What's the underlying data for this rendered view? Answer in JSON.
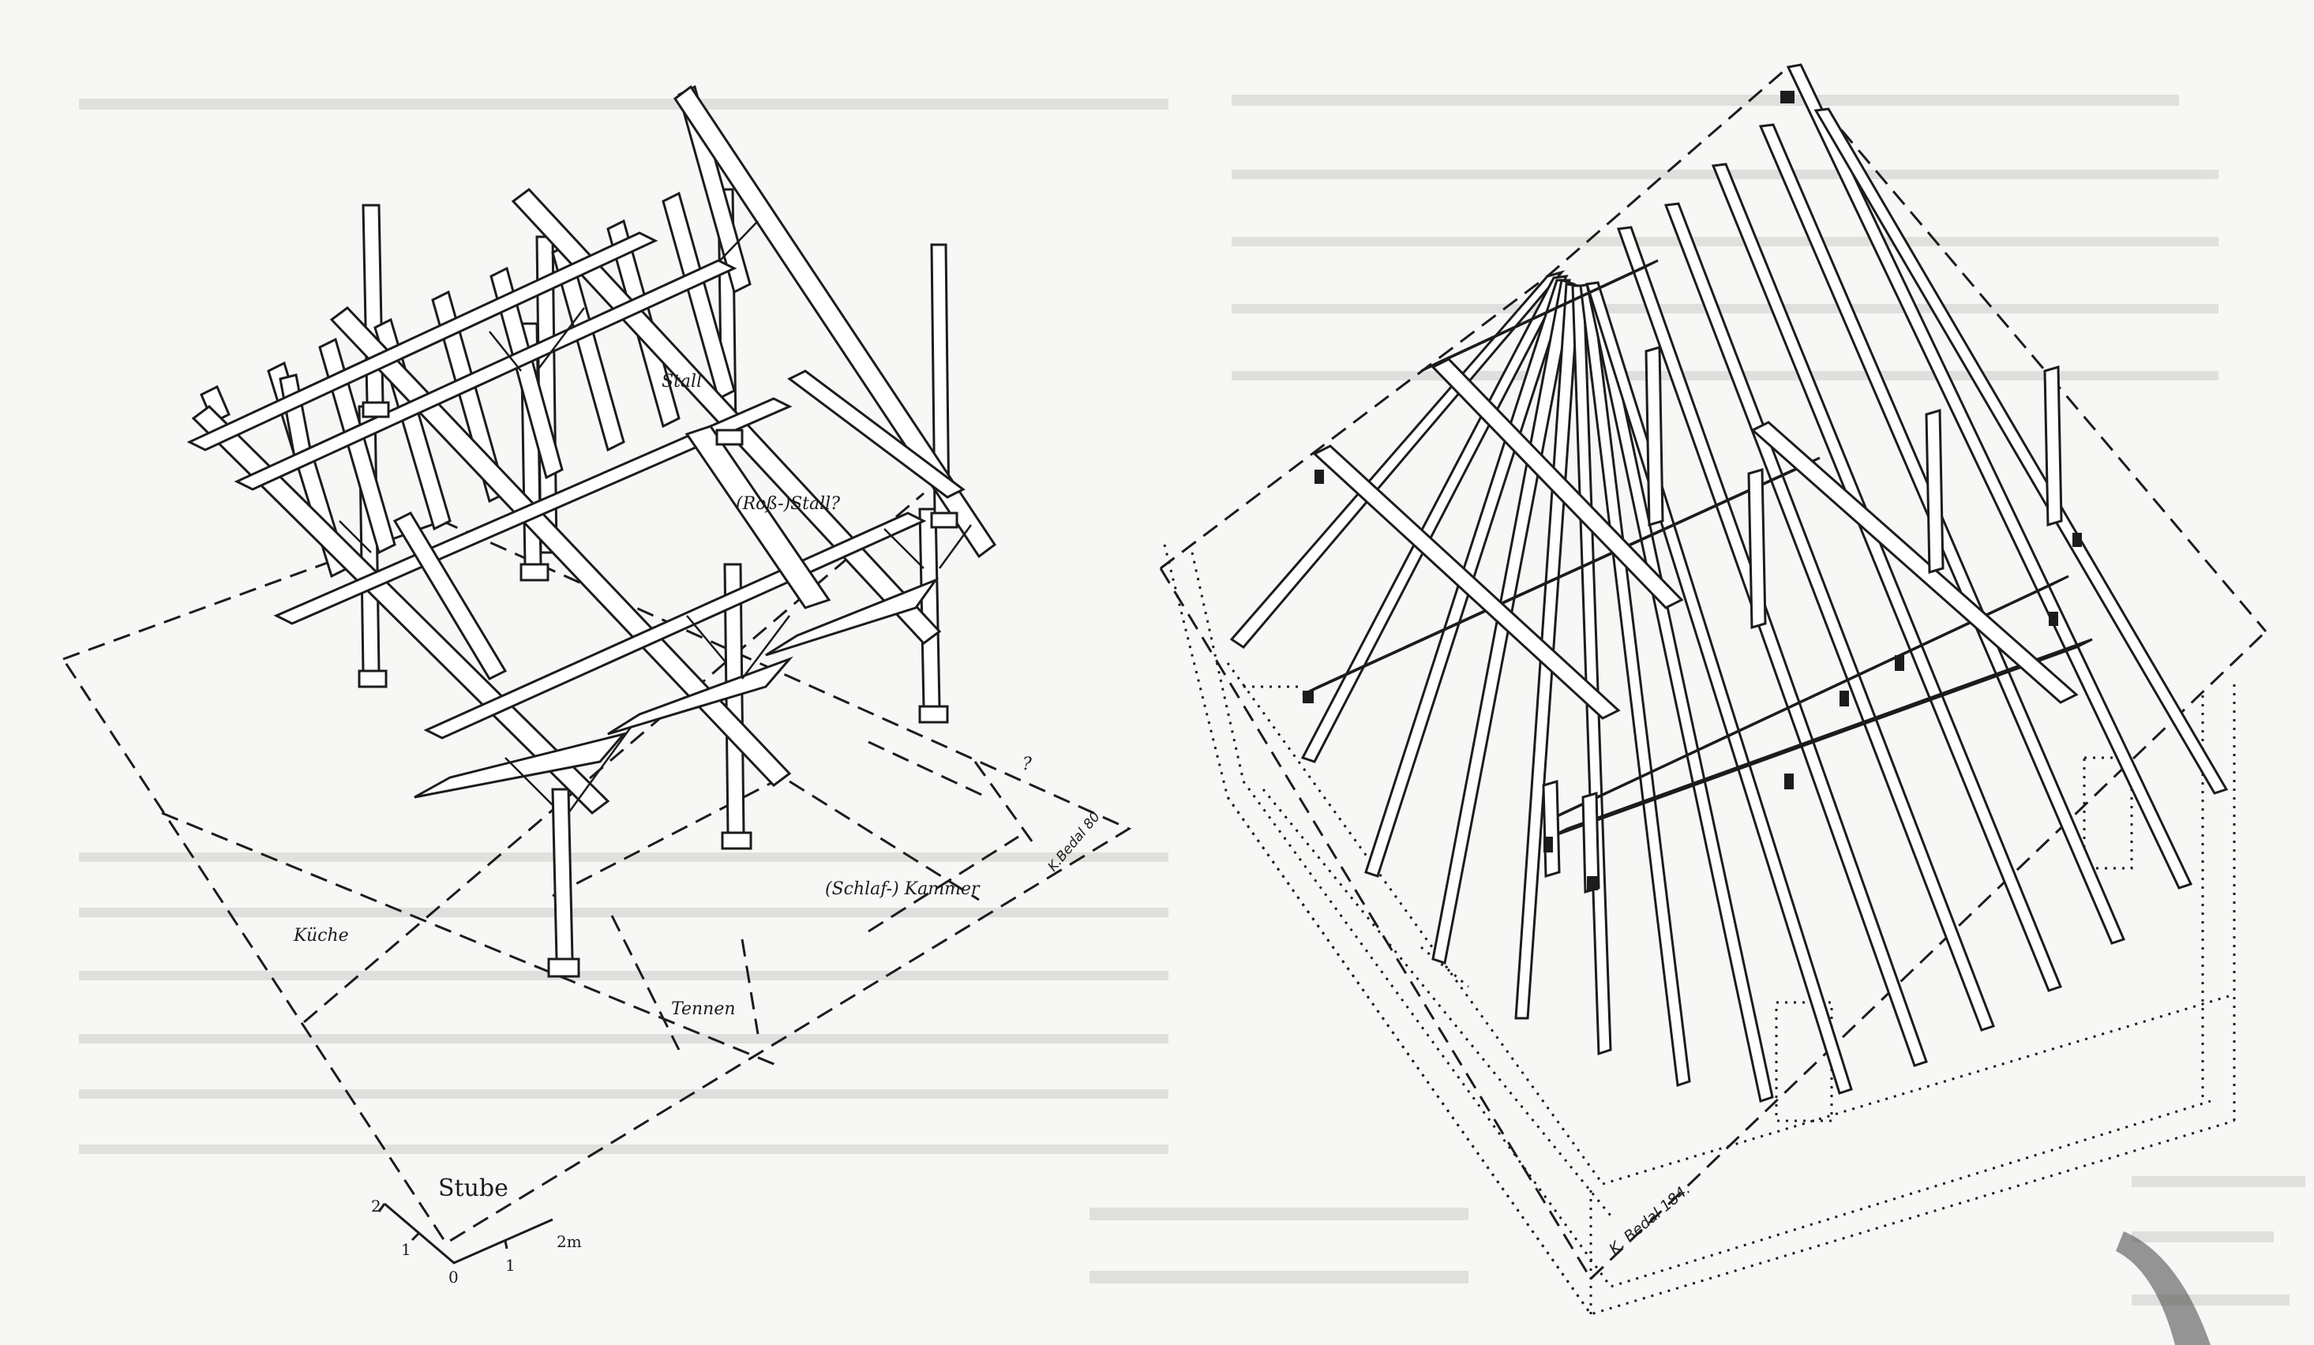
{
  "left_drawing": {
    "room_labels": {
      "stall": "Stall",
      "ross_stall": "(Roß-)Stall?",
      "kueche": "Küche",
      "tennen": "Tennen",
      "schlaf_kammer": "(Schlaf-) Kammer",
      "stube": "Stube",
      "question_mark": "?"
    },
    "scale": {
      "tick_0": "0",
      "tick_1_horizontal": "1",
      "tick_2_horizontal": "2m",
      "tick_1_vertical": "1",
      "tick_2_vertical": "2"
    },
    "signature": "K.Bedal 80"
  },
  "right_drawing": {
    "signature": "K. Bedal 184."
  },
  "colors": {
    "ink": "#1c1c1c",
    "paper": "#f7f7f5",
    "bleed_through": "#c9c9c6"
  }
}
